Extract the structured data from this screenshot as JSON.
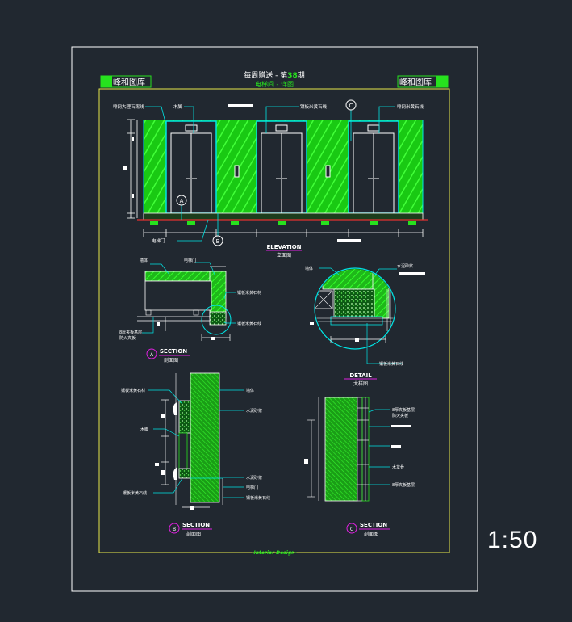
{
  "header": {
    "logo_text": "峰和图库",
    "title_prefix": "每周赠送 - 第",
    "issue_number": "38",
    "title_suffix": "期",
    "subtitle": "电梯间 - 详图"
  },
  "elevation": {
    "title": "ELEVATION",
    "subtitle": "立面图",
    "labels": {
      "wall_stone_left": "啡网大理石踢线",
      "wood_trim": "木脚",
      "stone_center": "镶板米黄石线",
      "stone_right": "啡网米黄石线",
      "elevator_door": "电梯门"
    },
    "callout_a": "A",
    "callout_b": "B",
    "callout_c": "C"
  },
  "section_a": {
    "title": "SECTION",
    "subtitle": "剖面图",
    "marker": "A",
    "labels": {
      "wall": "墙体",
      "elevator_door": "电梯门",
      "stone_material": "镶板米黄石材",
      "stone_edge": "镶板米黄石线",
      "base_note_1": "8厚夹板基层",
      "base_note_2": "防火夹板",
      "cement_mortar": "水泥砂浆",
      "stone_edge_right": "镶板米黄石线"
    }
  },
  "section_b": {
    "title": "SECTION",
    "subtitle": "剖面图",
    "marker": "B",
    "labels": {
      "stone_material": "镶板米黄石材",
      "wall": "墙体",
      "wood_trim": "木脚",
      "cement_mortar": "水泥砂浆",
      "cement_mortar_2": "水泥砂浆",
      "elevator_door": "电梯门",
      "stone_edge": "镶板米黄石线",
      "stone_edge_2": "镶板米黄石线"
    }
  },
  "section_c": {
    "title": "SECTION",
    "subtitle": "剖面图",
    "marker": "C",
    "labels": {
      "base_note_1": "8厚夹板基层",
      "base_note_2": "防火夹板",
      "wood_keel": "木龙骨",
      "base_note_3": "8厚夹板基层"
    }
  },
  "detail": {
    "title": "DETAIL",
    "subtitle": "大样图"
  },
  "footer": {
    "text": "-Interior Design-"
  },
  "scale_text": "1:50",
  "colors": {
    "background": "#212830",
    "line_white": "#ffffff",
    "frame_yellow": "#e8e84a",
    "hatch_green": "#27e21e",
    "cyan": "#00e5e5",
    "red": "#e23030",
    "magenta": "#e020e0"
  }
}
